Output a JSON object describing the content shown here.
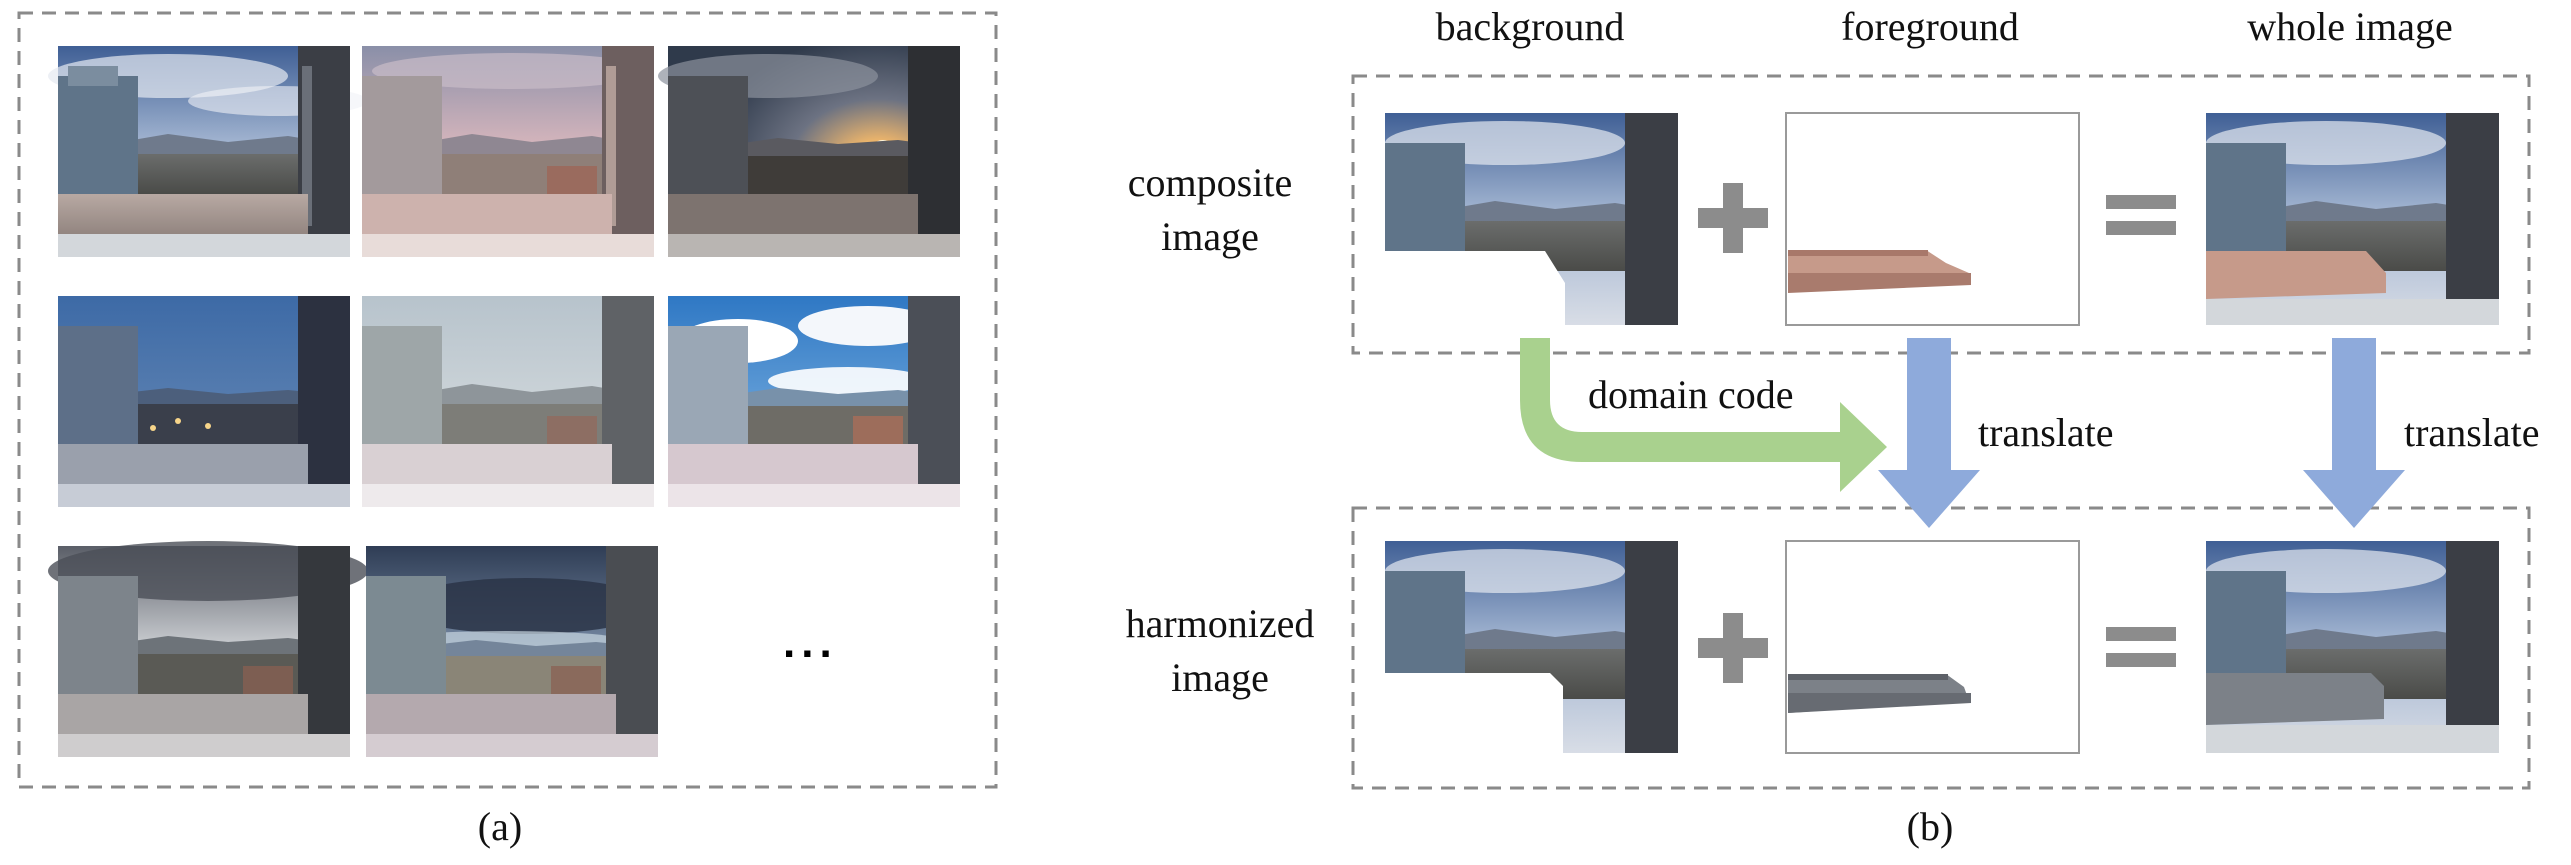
{
  "panel_a": {
    "caption": "(a)",
    "more_indicator": "...",
    "grid": [
      [
        "dusk-cloudy",
        "pink-hazy",
        "sunset-glow"
      ],
      [
        "blue-night",
        "pale-overcast",
        "blue-sky-clouds"
      ],
      [
        "storm-grey",
        "dark-clouds-light-city"
      ]
    ]
  },
  "panel_b": {
    "caption": "(b)",
    "column_headers": {
      "background": "background",
      "foreground": "foreground",
      "whole": "whole image"
    },
    "row_labels": {
      "composite": "composite\nimage",
      "harmonized": "harmonized\nimage"
    },
    "arrows": {
      "domain_code": "domain code",
      "translate_fg": "translate",
      "translate_whole": "translate"
    },
    "operators": {
      "plus": "+",
      "equals": "="
    },
    "colors": {
      "green_arrow": "#a9d18e",
      "blue_arrow": "#8eaadb",
      "operator_gray": "#8c8c8c",
      "dashed_border": "#8a8a8a"
    }
  }
}
